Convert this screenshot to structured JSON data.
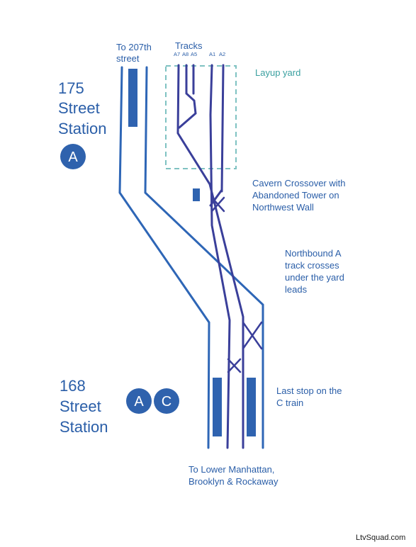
{
  "colors": {
    "track_a": "#2e66b6",
    "track_b": "#3a3f9a",
    "platform": "#2f63b0",
    "text": "#2a5ea8",
    "yard_border": "#7fc2c2",
    "yard_label": "#3aa0a0",
    "bullet": "#2f62ad",
    "credit": "#1a1a1a"
  },
  "labels": {
    "to_207th": [
      "To 207th",
      "street"
    ],
    "tracks_title": "Tracks",
    "track_ids": [
      "A7",
      "A8",
      "A5",
      "A1",
      "A2"
    ],
    "layup_yard": "Layup yard",
    "station_175": [
      "175",
      "Street",
      "Station"
    ],
    "station_168": [
      "168",
      "Street",
      "Station"
    ],
    "cavern_crossover": [
      "Cavern Crossover with",
      "Abandoned Tower on",
      "Northwest Wall"
    ],
    "northbound_note": [
      "Northbound A",
      "track crosses",
      "under the yard",
      "leads"
    ],
    "last_stop": [
      "Last stop on the",
      "C train"
    ],
    "to_lower": [
      "To Lower Manhattan,",
      "Brooklyn & Rockaway"
    ],
    "credit": "LtvSquad.com"
  },
  "bullets": {
    "station_175": [
      "A"
    ],
    "station_168": [
      "A",
      "C"
    ]
  }
}
